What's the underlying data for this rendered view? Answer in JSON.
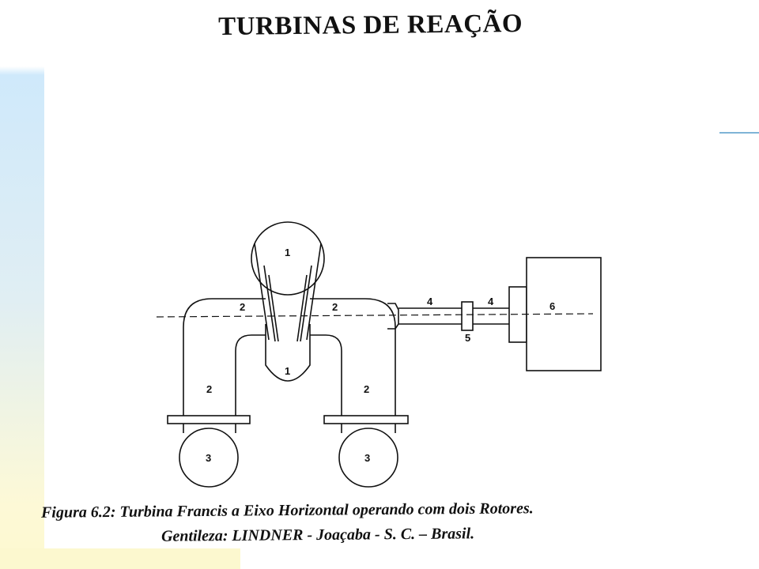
{
  "slide": {
    "title": "TURBINAS DE REAÇÃO",
    "caption_line1": "Figura 6.2: Turbina Francis a Eixo Horizontal operando com dois Rotores.",
    "caption_line2": "Gentileza: LINDNER - Joaçaba - S. C. – Brasil."
  },
  "diagram": {
    "labels": {
      "spiral_top": "1",
      "spiral_bottom": "1",
      "pipe_upper_left": "2",
      "pipe_upper_right": "2",
      "pipe_left": "2",
      "pipe_right": "2",
      "draft_left": "3",
      "draft_right": "3",
      "shaft_left": "4",
      "shaft_right": "4",
      "coupling": "5",
      "generator": "6"
    }
  },
  "colors": {
    "ink": "#111111",
    "side_blue": "#cfe9fb",
    "side_yellow": "#fdf9d6",
    "accent": "#7fb4d6"
  }
}
